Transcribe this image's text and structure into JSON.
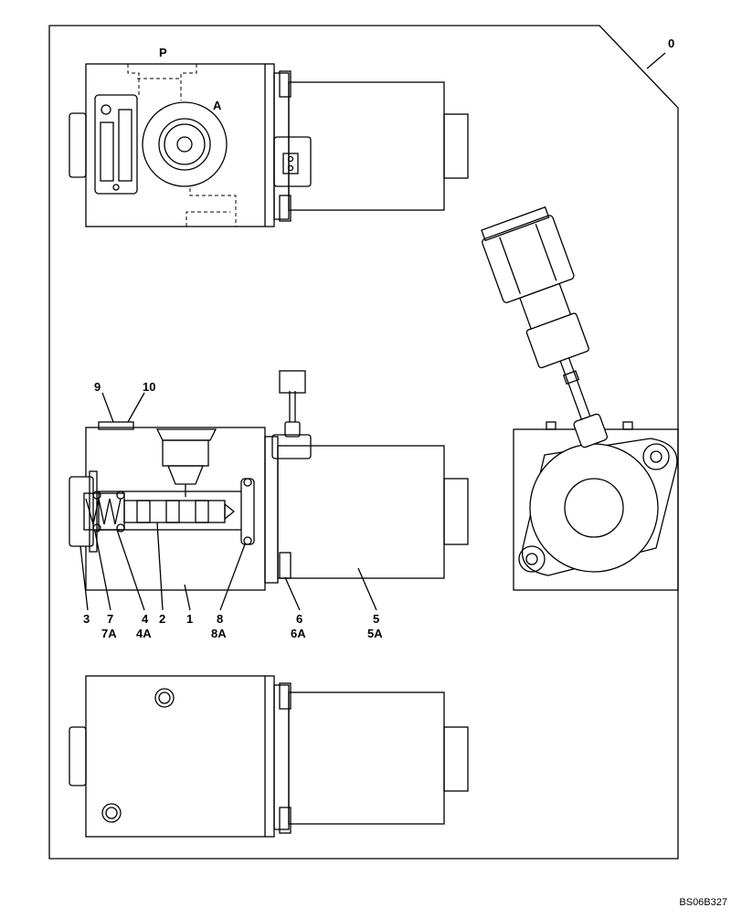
{
  "drawing": {
    "callout_assembly": "0",
    "ports": {
      "pressure": "P",
      "outlet": "A"
    },
    "part_labels": [
      {
        "id": "p9",
        "line1": "9",
        "line2": ""
      },
      {
        "id": "p10",
        "line1": "10",
        "line2": ""
      },
      {
        "id": "p3",
        "line1": "3",
        "line2": ""
      },
      {
        "id": "p7",
        "line1": "7",
        "line2": "7A"
      },
      {
        "id": "p4",
        "line1": "4",
        "line2": "4A"
      },
      {
        "id": "p2",
        "line1": "2",
        "line2": ""
      },
      {
        "id": "p1",
        "line1": "1",
        "line2": ""
      },
      {
        "id": "p8",
        "line1": "8",
        "line2": "8A"
      },
      {
        "id": "p6",
        "line1": "6",
        "line2": "6A"
      },
      {
        "id": "p5",
        "line1": "5",
        "line2": "5A"
      }
    ],
    "reference_code": "BS06B327"
  }
}
